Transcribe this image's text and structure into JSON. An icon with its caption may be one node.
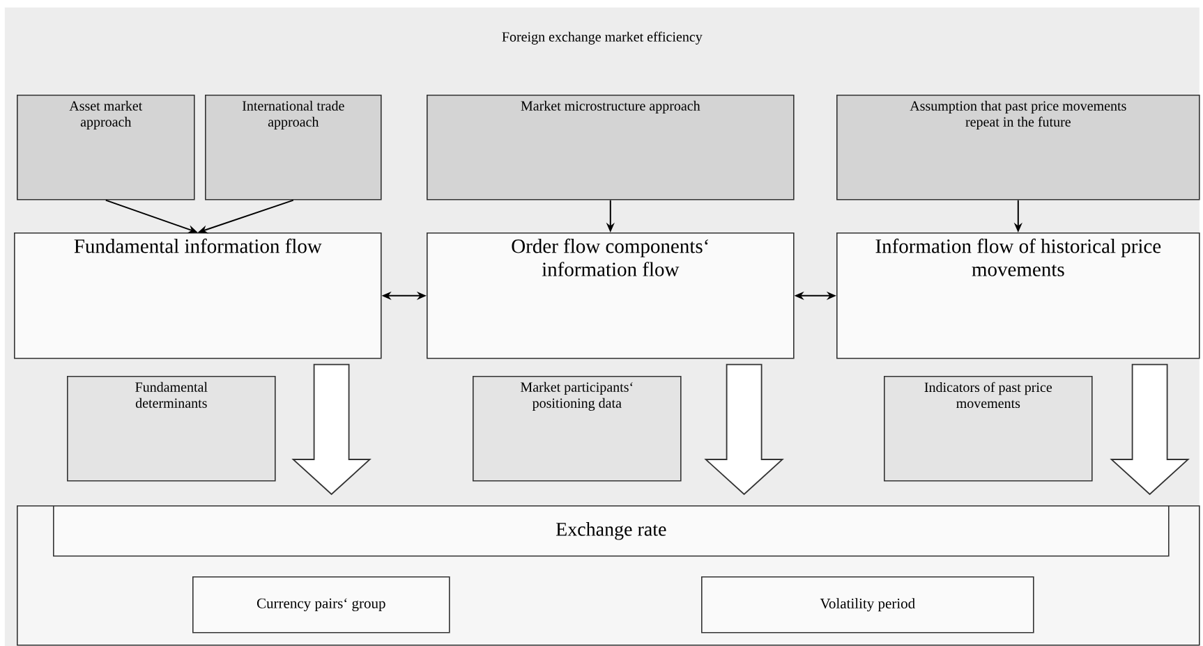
{
  "diagram": {
    "nodes": [
      {
        "text": [
          "Foreign exchange market efficiency"
        ]
      },
      {
        "text": [
          "Asset market approach"
        ],
        "in": 0
      },
      {
        "text": [
          "International trade approach"
        ],
        "in": 0
      },
      {
        "text": [
          "Market microstructure approach"
        ],
        "in": 0
      },
      {
        "text": [
          "Assumption that past price movements repeat in the future"
        ],
        "in": 0
      },
      {
        "text": [
          "Fundamental information flow"
        ],
        "in": 0
      },
      {
        "text": [
          "Order flow components‘ information flow"
        ],
        "in": 0
      },
      {
        "text": [
          "Information flow of historical price movements"
        ],
        "in": 0
      },
      {
        "text": [
          "Fundamental determinants"
        ],
        "in": 0
      },
      {
        "text": [
          "Market participants‘ positioning data"
        ],
        "in": 0
      },
      {
        "text": [
          "Indicators of past price movements"
        ],
        "in": 0
      },
      {
        "text": [],
        "shape": "box",
        "in": 0
      },
      {
        "text": [
          "Exchange rate"
        ],
        "in": 11
      },
      {
        "text": [
          "Currency pairs‘ group"
        ],
        "in": 11
      },
      {
        "text": [
          "Volatility period"
        ],
        "in": 11
      }
    ],
    "edges": [
      {
        "from": 1,
        "to": 5,
        "arrow": "to"
      },
      {
        "from": 2,
        "to": 5,
        "arrow": "to"
      },
      {
        "from": 3,
        "to": 6,
        "arrow": "to"
      },
      {
        "from": 4,
        "to": 7,
        "arrow": "to"
      },
      {
        "from": 5,
        "to": 6,
        "arrow": "both"
      },
      {
        "from": 6,
        "to": 7,
        "arrow": "both"
      },
      {
        "from": 5,
        "to": 11,
        "arrow": "to",
        "style": "thick"
      },
      {
        "from": 6,
        "to": 11,
        "arrow": "to",
        "style": "thick"
      },
      {
        "from": 7,
        "to": 11,
        "arrow": "to",
        "style": "thick"
      }
    ]
  }
}
